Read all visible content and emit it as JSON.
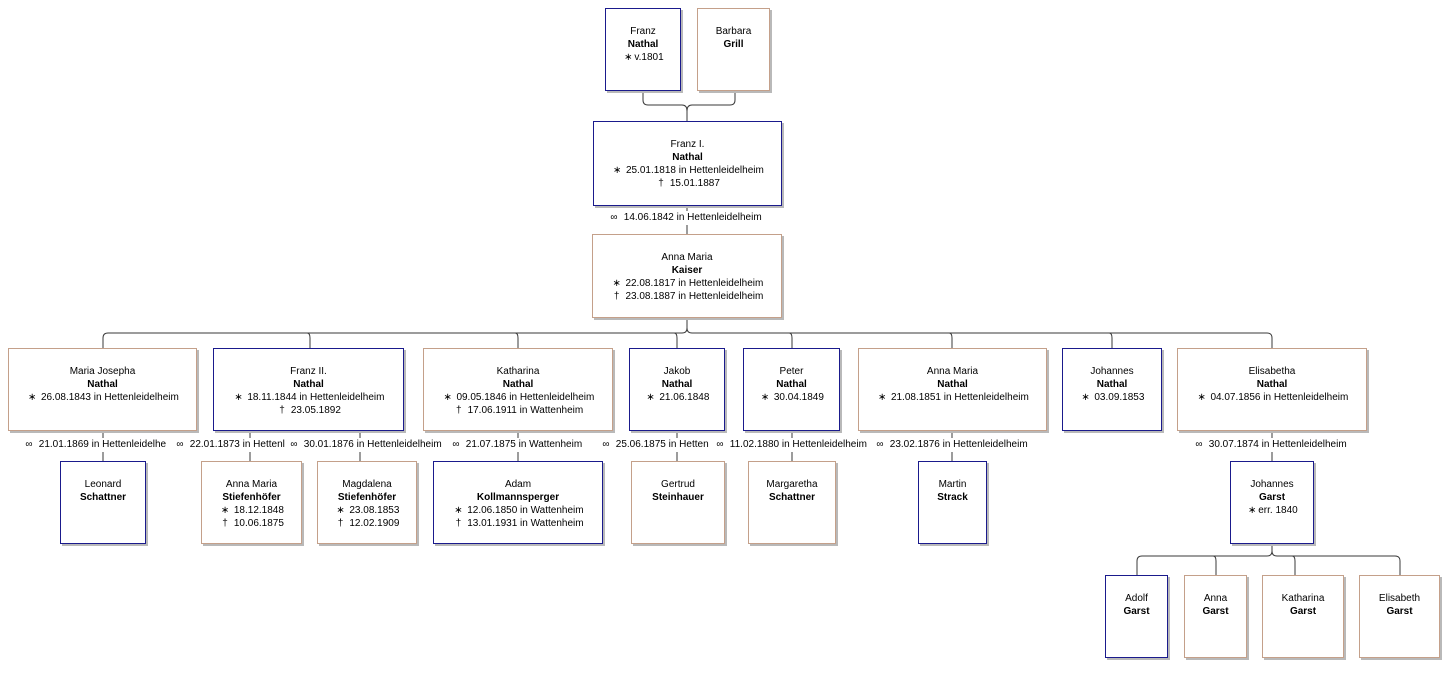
{
  "symbols": {
    "birth": "∗",
    "death": "†",
    "marriage": "∞"
  },
  "people": {
    "franz_sr": {
      "given": "Franz",
      "surname": "Nathal",
      "events": [
        {
          "sym": "∗",
          "text": "v.1801"
        }
      ]
    },
    "barbara": {
      "given": "Barbara",
      "surname": "Grill",
      "events": []
    },
    "franz_i": {
      "given": "Franz I.",
      "surname": "Nathal",
      "events": [
        {
          "sym": "∗",
          "text": "25.01.1818 in Hettenleidelheim"
        },
        {
          "sym": "†",
          "text": "15.01.1887"
        }
      ]
    },
    "anna_maria_k": {
      "given": "Anna Maria",
      "surname": "Kaiser",
      "events": [
        {
          "sym": "∗",
          "text": "22.08.1817 in Hettenleidelheim"
        },
        {
          "sym": "†",
          "text": "23.08.1887 in Hettenleidelheim"
        }
      ]
    },
    "maria_josepha": {
      "given": "Maria Josepha",
      "surname": "Nathal",
      "events": [
        {
          "sym": "∗",
          "text": "26.08.1843 in Hettenleidelheim"
        }
      ]
    },
    "franz_ii": {
      "given": "Franz II.",
      "surname": "Nathal",
      "events": [
        {
          "sym": "∗",
          "text": "18.11.1844 in Hettenleidelheim"
        },
        {
          "sym": "†",
          "text": "23.05.1892"
        }
      ]
    },
    "katharina": {
      "given": "Katharina",
      "surname": "Nathal",
      "events": [
        {
          "sym": "∗",
          "text": "09.05.1846 in Hettenleidelheim"
        },
        {
          "sym": "†",
          "text": "17.06.1911 in Wattenheim"
        }
      ]
    },
    "jakob": {
      "given": "Jakob",
      "surname": "Nathal",
      "events": [
        {
          "sym": "∗",
          "text": "21.06.1848"
        }
      ]
    },
    "peter": {
      "given": "Peter",
      "surname": "Nathal",
      "events": [
        {
          "sym": "∗",
          "text": "30.04.1849"
        }
      ]
    },
    "anna_maria_n": {
      "given": "Anna Maria",
      "surname": "Nathal",
      "events": [
        {
          "sym": "∗",
          "text": "21.08.1851 in Hettenleidelheim"
        }
      ]
    },
    "johannes_n": {
      "given": "Johannes",
      "surname": "Nathal",
      "events": [
        {
          "sym": "∗",
          "text": "03.09.1853"
        }
      ]
    },
    "elisabetha": {
      "given": "Elisabetha",
      "surname": "Nathal",
      "events": [
        {
          "sym": "∗",
          "text": "04.07.1856 in Hettenleidelheim"
        }
      ]
    },
    "leonard": {
      "given": "Leonard",
      "surname": "Schattner",
      "events": []
    },
    "anna_maria_s": {
      "given": "Anna Maria",
      "surname": "Stiefenhöfer",
      "events": [
        {
          "sym": "∗",
          "text": "18.12.1848"
        },
        {
          "sym": "†",
          "text": "10.06.1875"
        }
      ]
    },
    "magdalena": {
      "given": "Magdalena",
      "surname": "Stiefenhöfer",
      "events": [
        {
          "sym": "∗",
          "text": "23.08.1853"
        },
        {
          "sym": "†",
          "text": "12.02.1909"
        }
      ]
    },
    "adam": {
      "given": "Adam",
      "surname": "Kollmannsperger",
      "events": [
        {
          "sym": "∗",
          "text": "12.06.1850 in Wattenheim"
        },
        {
          "sym": "†",
          "text": "13.01.1931 in Wattenheim"
        }
      ]
    },
    "gertrud": {
      "given": "Gertrud",
      "surname": "Steinhauer",
      "events": []
    },
    "margaretha": {
      "given": "Margaretha",
      "surname": "Schattner",
      "events": []
    },
    "martin": {
      "given": "Martin",
      "surname": "Strack",
      "events": []
    },
    "johannes_g": {
      "given": "Johannes",
      "surname": "Garst",
      "events": [
        {
          "sym": "∗",
          "text": "err. 1840"
        }
      ]
    },
    "adolf": {
      "given": "Adolf",
      "surname": "Garst",
      "events": []
    },
    "anna_g": {
      "given": "Anna",
      "surname": "Garst",
      "events": []
    },
    "katharina_g": {
      "given": "Katharina",
      "surname": "Garst",
      "events": []
    },
    "elisabeth_g": {
      "given": "Elisabeth",
      "surname": "Garst",
      "events": []
    }
  },
  "marriages": {
    "franz_i_anna_maria": "14.06.1842 in Hettenleidelheim",
    "maria_josepha": "21.01.1869 in Hettenleidelhe",
    "franz_ii_1": "22.01.1873 in Hettenl",
    "franz_ii_2": "30.01.1876 in Hettenleidelheim",
    "katharina": "21.07.1875 in Wattenheim",
    "jakob": "25.06.1875 in Hetten",
    "peter": "11.02.1880 in Hettenleidelheim",
    "anna_maria": "23.02.1876 in Hettenleidelheim",
    "elisabetha": "30.07.1874 in Hettenleidelheim"
  }
}
